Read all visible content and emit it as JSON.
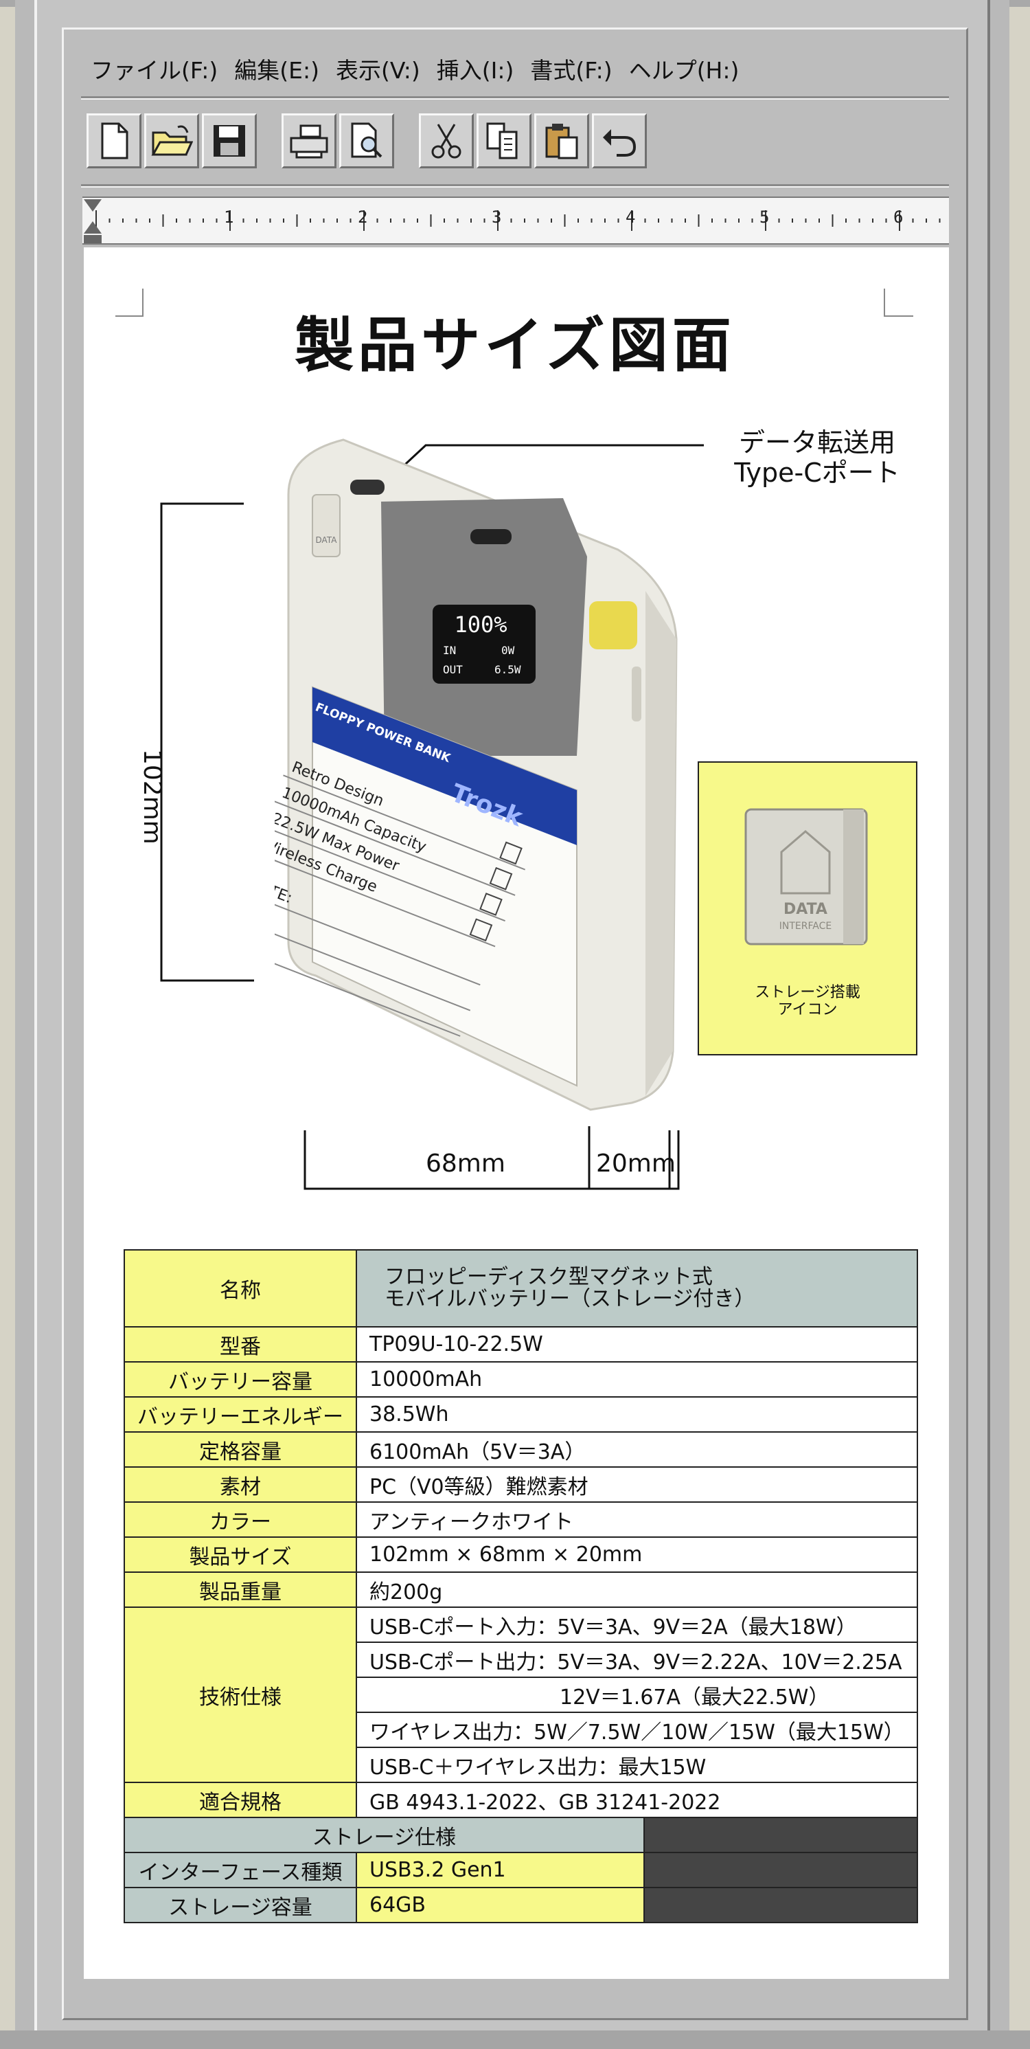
{
  "menu": [
    "ファイル(F:)",
    "編集(E:)",
    "表示(V:)",
    "挿入(I:)",
    "書式(F:)",
    "ヘルプ(H:)"
  ],
  "toolbar": [
    {
      "icon": "new-document-icon"
    },
    {
      "icon": "open-folder-icon"
    },
    {
      "icon": "save-floppy-icon"
    },
    {
      "icon": "printer-icon"
    },
    {
      "icon": "print-preview-icon"
    },
    {
      "icon": "cut-scissors-icon"
    },
    {
      "icon": "copy-icon"
    },
    {
      "icon": "paste-icon"
    },
    {
      "icon": "undo-icon"
    }
  ],
  "ruler": {
    "numbers": [
      "1",
      "2",
      "3",
      "4",
      "5",
      "6"
    ]
  },
  "document": {
    "title": "製品サイズ図面",
    "callout": {
      "line1": "データ転送用",
      "line2": "Type-Cポート"
    },
    "dimensions": {
      "height": "102mm",
      "width": "68mm",
      "depth": "20mm"
    },
    "device": {
      "display": {
        "percent": "100%",
        "in_label": "IN",
        "in_value": "0W",
        "out_label": "OUT",
        "out_value": "6.5W"
      },
      "label_header": "FLOPPY POWER BANK",
      "brand": "Trozk",
      "features": [
        "Retro Design",
        "10000mAh Capacity",
        "22.5W Max Power",
        "Wireless Charge"
      ],
      "note": "NOTE:",
      "data_tag": "DATA"
    },
    "inset": {
      "caption_line1": "ストレージ搭載",
      "caption_line2": "アイコン",
      "tag_line1": "DATA",
      "tag_line2": "INTERFACE"
    }
  },
  "spec_table": {
    "name_label": "名称",
    "name_line1": "フロッピーディスク型マグネット式",
    "name_line2": "モバイルバッテリー（ストレージ付き）",
    "rows": [
      {
        "k": "型番",
        "v": "TP09U-10-22.5W"
      },
      {
        "k": "バッテリー容量",
        "v": "10000mAh"
      },
      {
        "k": "バッテリーエネルギー",
        "v": "38.5Wh"
      },
      {
        "k": "定格容量",
        "v": "6100mAh（5V＝3A）"
      },
      {
        "k": "素材",
        "v": "PC（V0等級）難燃素材"
      },
      {
        "k": "カラー",
        "v": "アンティークホワイト"
      },
      {
        "k": "製品サイズ",
        "v": "102mm × 68mm × 20mm"
      },
      {
        "k": "製品重量",
        "v": "約200g"
      }
    ],
    "tech_label": "技術仕様",
    "tech": [
      "USB-Cポート入力：5V＝3A、9V＝2A（最大18W）",
      "USB-Cポート出力：5V＝3A、9V＝2.22A、10V＝2.25A",
      "12V＝1.67A（最大22.5W）",
      "ワイヤレス出力：5W／7.5W／10W／15W（最大15W）",
      "USB-C＋ワイヤレス出力：最大15W"
    ],
    "standard": {
      "k": "適合規格",
      "v": "GB 4943.1-2022、GB 31241-2022"
    },
    "storage_header": "ストレージ仕様",
    "storage": [
      {
        "k": "インターフェース種類",
        "v": "USB3.2 Gen1"
      },
      {
        "k": "ストレージ容量",
        "v": "64GB"
      }
    ]
  },
  "colors": {
    "label_yellow": "#f7f98a",
    "table_gray": "#bccbc8",
    "brand_blue": "#1f3fa3",
    "device_white": "#ecebe4"
  }
}
